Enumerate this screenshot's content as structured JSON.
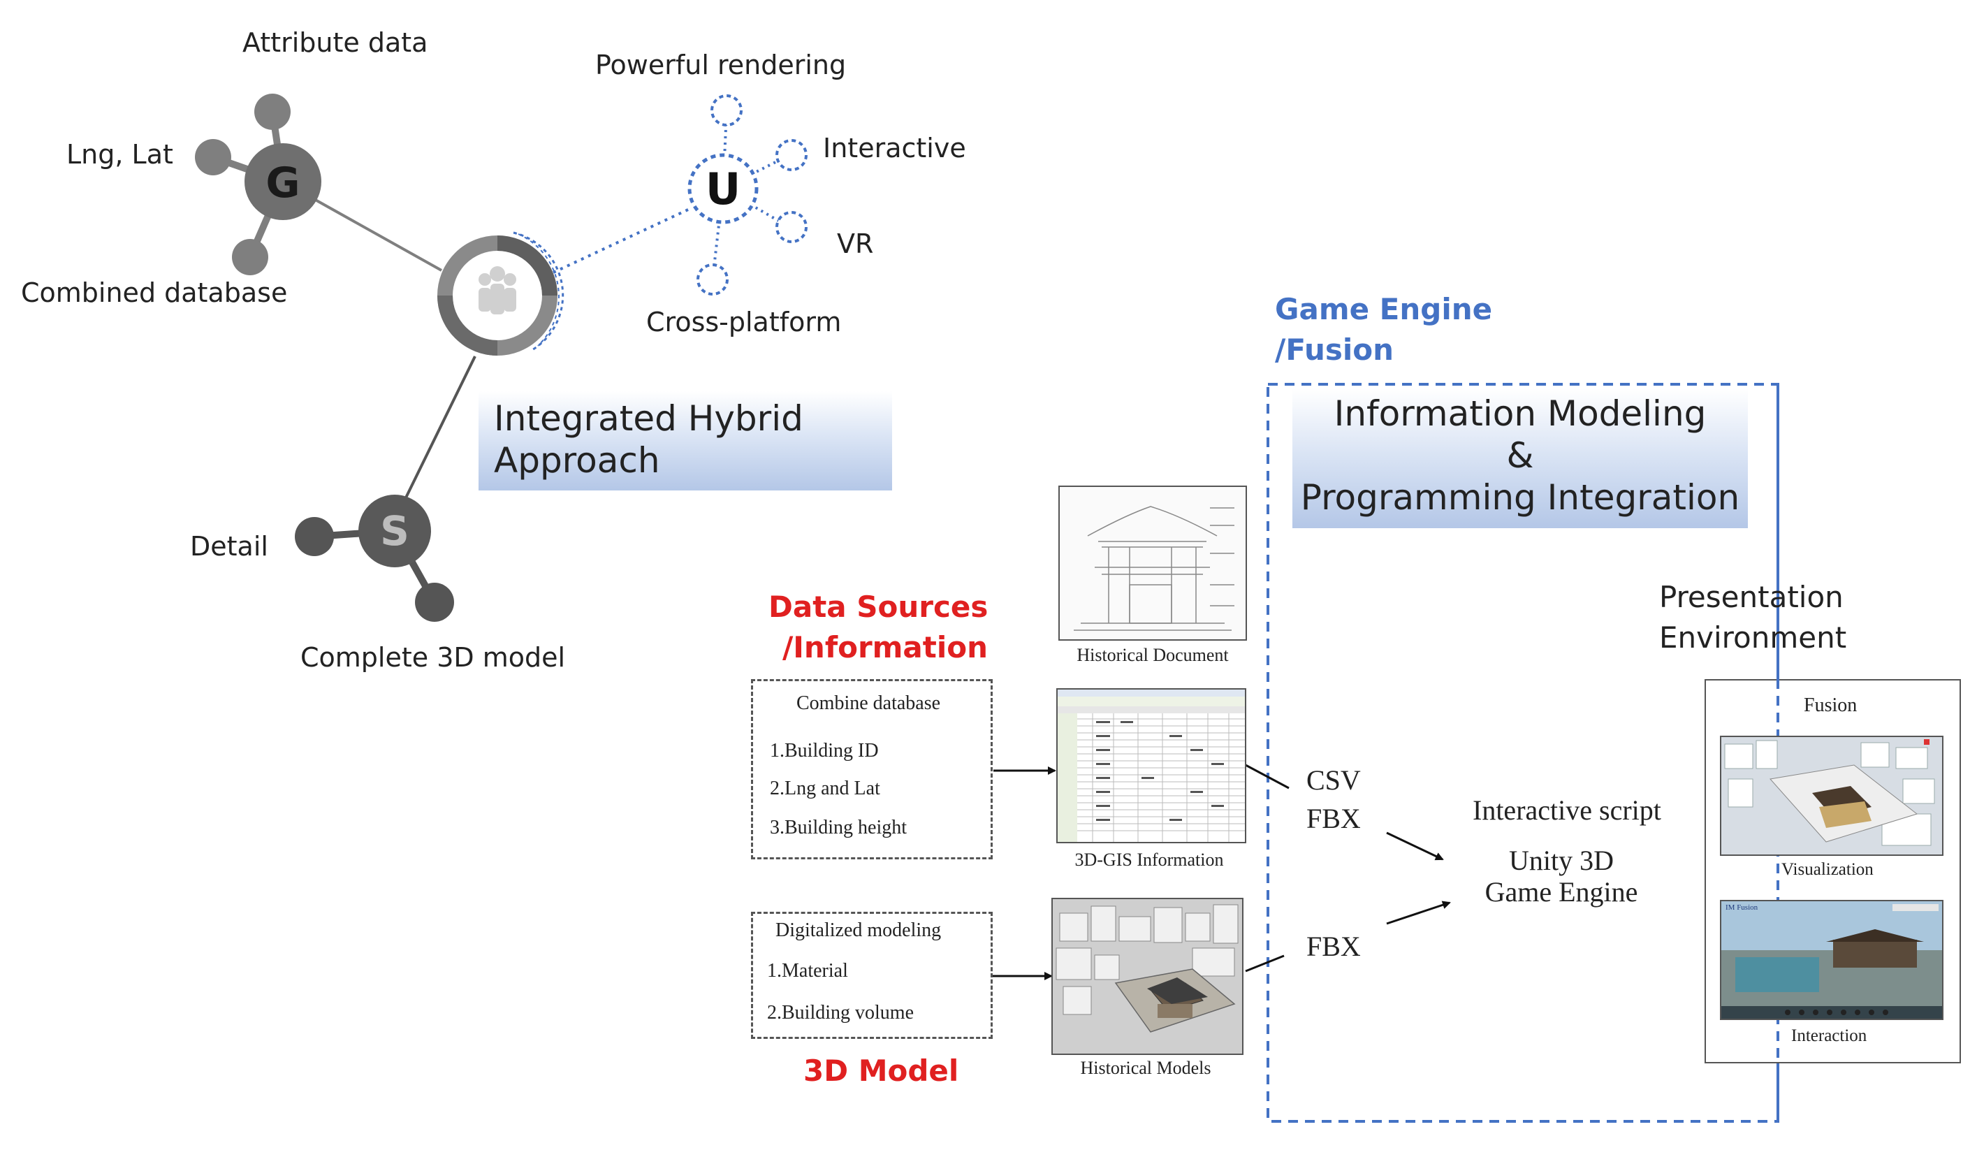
{
  "hybrid": {
    "g_node": {
      "letter": "G",
      "attribute_label": "Attribute data",
      "lnglat_label": "Lng, Lat",
      "database_label": "Combined database"
    },
    "u_node": {
      "letter": "U",
      "rendering_label": "Powerful rendering",
      "interactive_label": "Interactive",
      "vr_label": "VR",
      "cross_label": "Cross-platform"
    },
    "s_node": {
      "letter": "S",
      "detail_label": "Detail",
      "model_label": "Complete 3D model"
    },
    "banner_line1": "Integrated Hybrid",
    "banner_line2": "Approach"
  },
  "sources": {
    "heading_line1": "Data Sources",
    "heading_line2": "/Information",
    "model_heading": "3D Model",
    "combine_box": {
      "title": "Combine database",
      "items": [
        "1.Building ID",
        "2.Lng and Lat",
        "3.Building height"
      ]
    },
    "model_box": {
      "title": "Digitalized modeling",
      "items": [
        "1.Material",
        "2.Building volume"
      ]
    },
    "captions": {
      "historical_document": "Historical Document",
      "gis": "3D-GIS Information",
      "historical_models": "Historical Models"
    }
  },
  "engine": {
    "heading_line1": "Game Engine",
    "heading_line2": "/Fusion",
    "banner_line1": "Information Modeling",
    "banner_line2": "&",
    "banner_line3": "Programming Integration",
    "csv_label": "CSV",
    "fbx_label_1": "FBX",
    "fbx_label_2": "FBX",
    "script_label": "Interactive script",
    "unity_line1": "Unity 3D",
    "unity_line2": "Game Engine"
  },
  "presentation": {
    "heading_line1": "Presentation",
    "heading_line2": "Environment",
    "fusion_label": "Fusion",
    "visualization_label": "Visualization",
    "interaction_label": "Interaction",
    "app_badge": "IM Fusion"
  },
  "colors": {
    "accent_blue": "#4472c4",
    "accent_red": "#e02020",
    "node_dark": "#555555",
    "node_light": "#7f7f7f"
  }
}
